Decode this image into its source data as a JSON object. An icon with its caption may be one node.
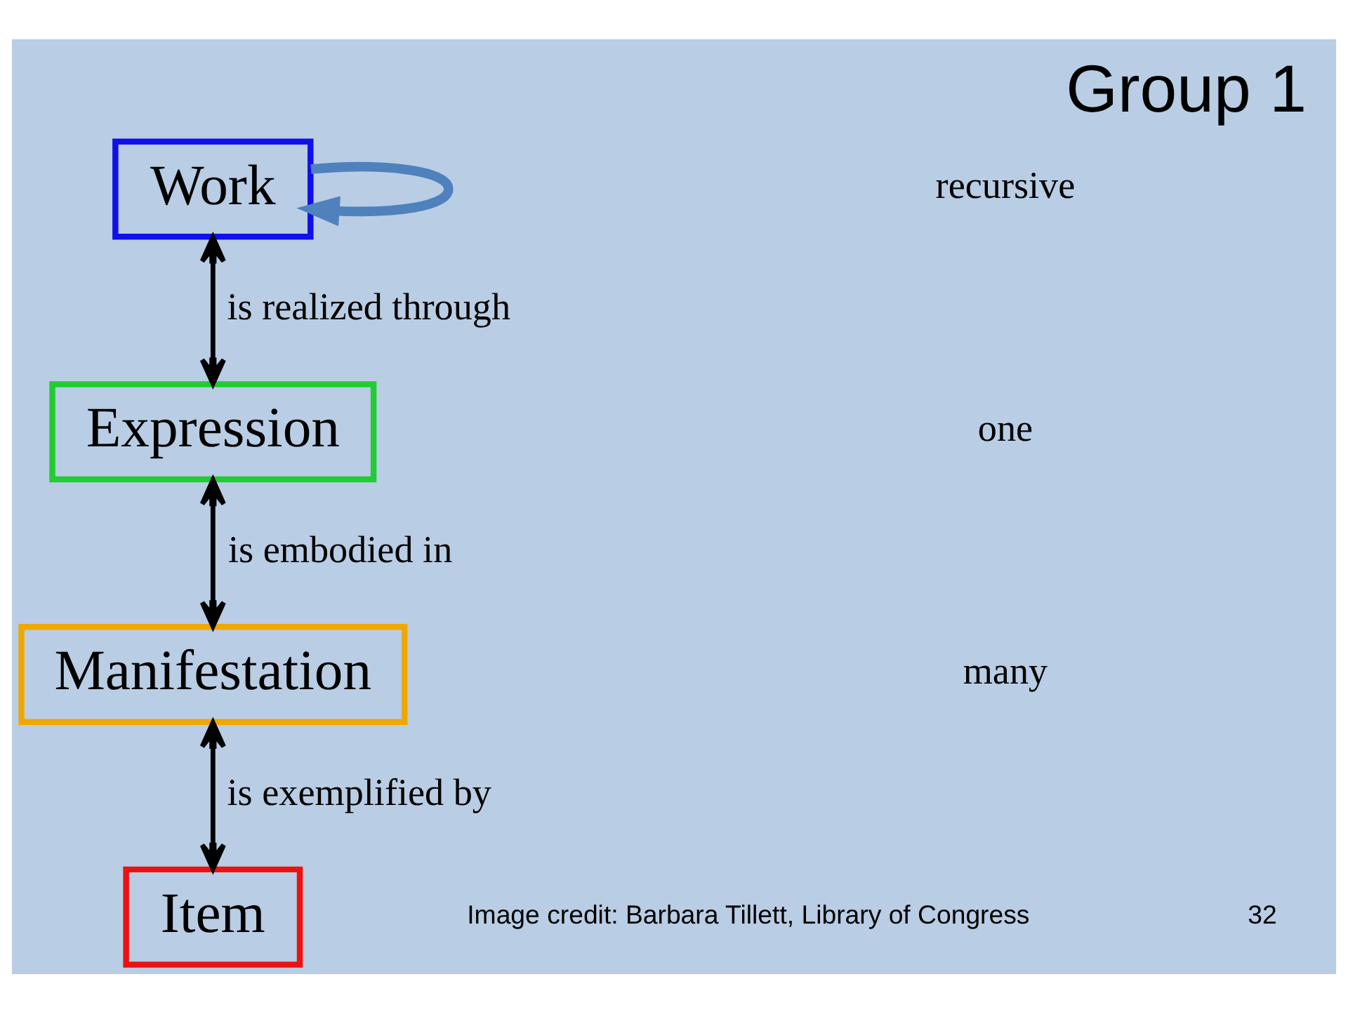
{
  "diagram": {
    "title": "Group 1",
    "nodes": [
      {
        "text": [
          "Work"
        ]
      },
      {
        "text": [
          "Expression"
        ]
      },
      {
        "text": [
          "Manifestation"
        ]
      },
      {
        "text": [
          "Item"
        ]
      }
    ],
    "edges": [
      {
        "from": 0,
        "to": 0,
        "arrow": "to",
        "color": "#4f81bd",
        "style": "thick"
      },
      {
        "from": 0,
        "to": 1,
        "arrow": "both",
        "label": "is realized through"
      },
      {
        "from": 1,
        "to": 2,
        "arrow": "both",
        "label": "is embodied in"
      },
      {
        "from": 2,
        "to": 3,
        "arrow": "both",
        "label": "is exemplified by"
      }
    ],
    "labels": [
      "Image credit: Barbara Tillett, Library of Congress",
      "32"
    ],
    "legend": [
      {
        "text": "recursive"
      },
      {
        "text": "one"
      },
      {
        "text": "many"
      }
    ]
  }
}
